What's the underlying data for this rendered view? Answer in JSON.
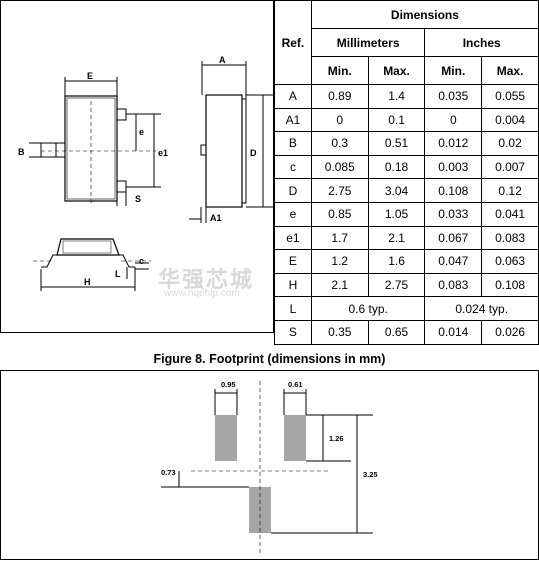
{
  "table": {
    "ref_header": "Ref.",
    "dimensions_header": "Dimensions",
    "mm_header": "Millimeters",
    "inch_header": "Inches",
    "min_label": "Min.",
    "max_label": "Max.",
    "rows": [
      {
        "ref": "A",
        "mm_min": "0.89",
        "mm_max": "1.4",
        "in_min": "0.035",
        "in_max": "0.055"
      },
      {
        "ref": "A1",
        "mm_min": "0",
        "mm_max": "0.1",
        "in_min": "0",
        "in_max": "0.004"
      },
      {
        "ref": "B",
        "mm_min": "0.3",
        "mm_max": "0.51",
        "in_min": "0.012",
        "in_max": "0.02"
      },
      {
        "ref": "c",
        "mm_min": "0.085",
        "mm_max": "0.18",
        "in_min": "0.003",
        "in_max": "0.007"
      },
      {
        "ref": "D",
        "mm_min": "2.75",
        "mm_max": "3.04",
        "in_min": "0.108",
        "in_max": "0.12"
      },
      {
        "ref": "e",
        "mm_min": "0.85",
        "mm_max": "1.05",
        "in_min": "0.033",
        "in_max": "0.041"
      },
      {
        "ref": "e1",
        "mm_min": "1.7",
        "mm_max": "2.1",
        "in_min": "0.067",
        "in_max": "0.083"
      },
      {
        "ref": "E",
        "mm_min": "1.2",
        "mm_max": "1.6",
        "in_min": "0.047",
        "in_max": "0.063"
      },
      {
        "ref": "H",
        "mm_min": "2.1",
        "mm_max": "2.75",
        "in_min": "0.083",
        "in_max": "0.108"
      },
      {
        "ref": "L",
        "mm_typ": "0.6 typ.",
        "in_typ": "0.024 typ."
      },
      {
        "ref": "S",
        "mm_min": "0.35",
        "mm_max": "0.65",
        "in_min": "0.014",
        "in_max": "0.026"
      }
    ]
  },
  "package_drawing": {
    "labels": {
      "E": "E",
      "A": "A",
      "e": "e",
      "e1": "e1",
      "B": "B",
      "D": "D",
      "S": "S",
      "A1": "A1",
      "c": "c",
      "L": "L",
      "H": "H"
    }
  },
  "figure": {
    "title": "Figure 8. Footprint (dimensions in mm)"
  },
  "footprint": {
    "labels": {
      "w1": "0.95",
      "w2": "0.61",
      "h1": "1.26",
      "h2": "3.25",
      "off": "0.73"
    }
  },
  "watermark": {
    "text": "华强芯城",
    "url": "www.hqehlp.com"
  },
  "colors": {
    "pad": "#a6a6a6",
    "line": "#000000"
  }
}
